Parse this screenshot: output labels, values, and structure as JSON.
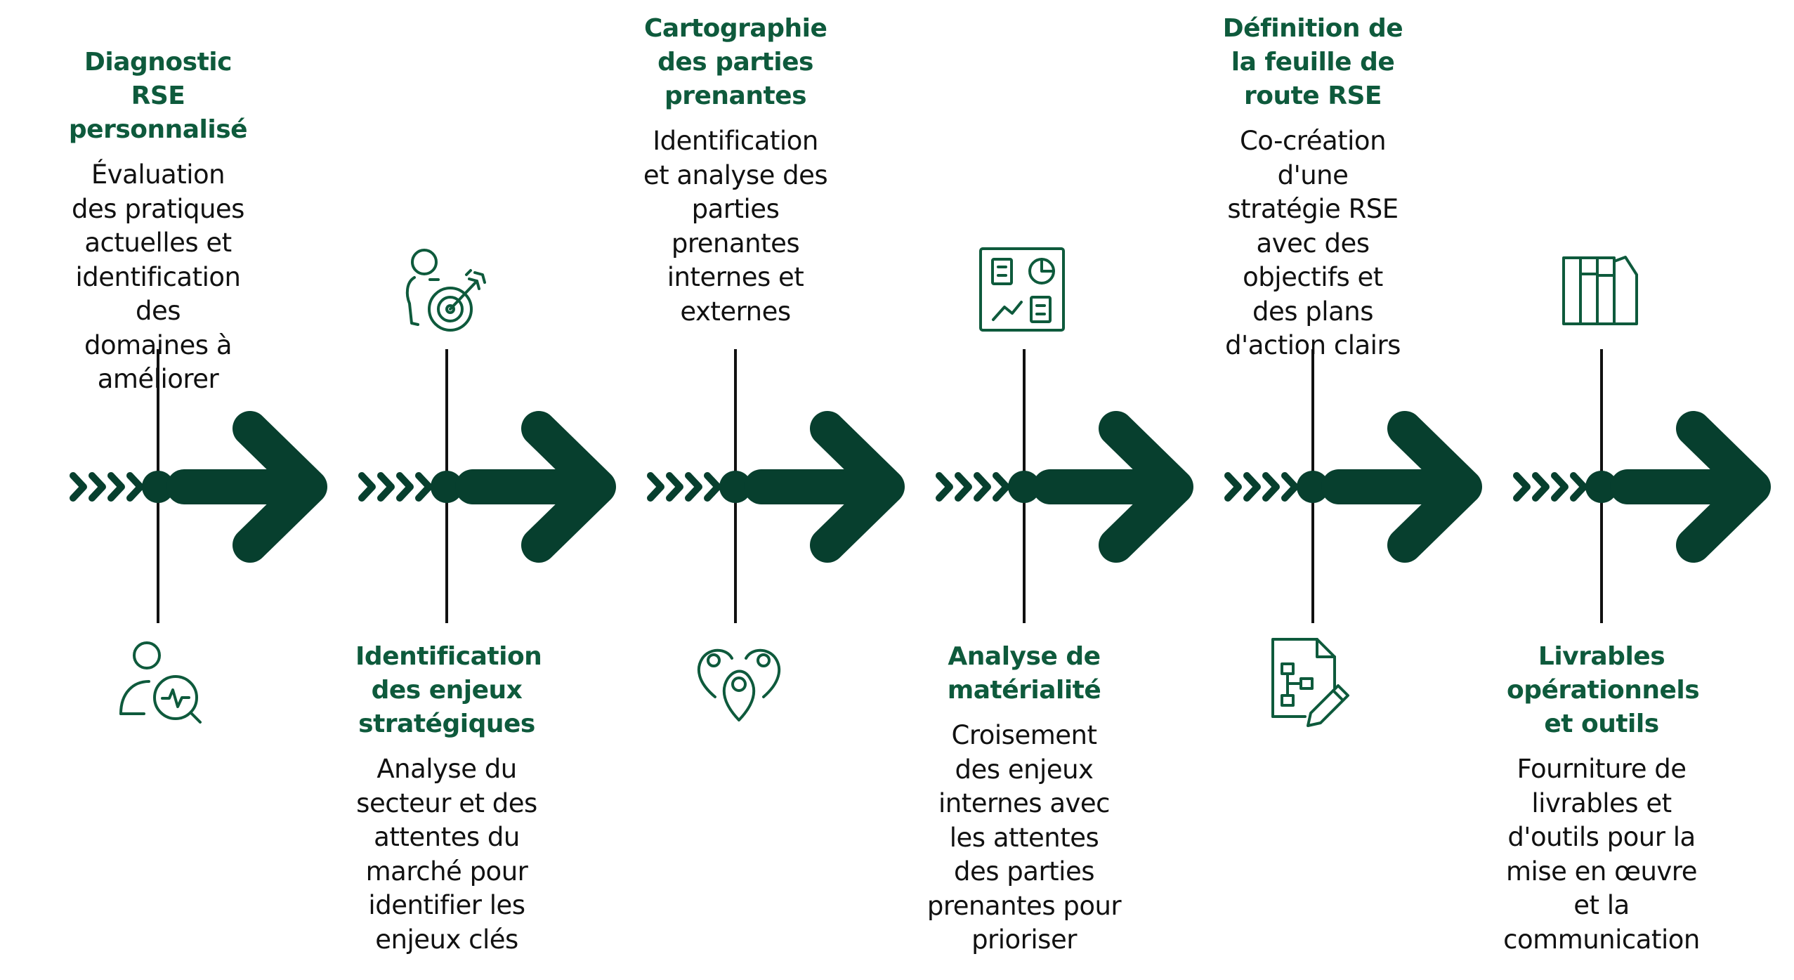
{
  "colors": {
    "accent": "#0e5a3c",
    "arrow": "#073f2e",
    "line": "#111111",
    "text": "#111111"
  },
  "steps": [
    {
      "title": "Diagnostic RSE personnalisé",
      "description": "Évaluation des pratiques actuelles et identification des domaines à améliorer",
      "icon": "person-magnifier-icon",
      "text_position": "top"
    },
    {
      "title": "Identification des enjeux stratégiques",
      "description": "Analyse du secteur et des attentes du marché pour identifier les enjeux clés",
      "icon": "person-target-icon",
      "text_position": "bottom"
    },
    {
      "title": "Cartographie des parties prenantes",
      "description": "Identification et analyse des parties prenantes internes et externes",
      "icon": "map-pins-icon",
      "text_position": "top"
    },
    {
      "title": "Analyse de matérialité",
      "description": "Croisement des enjeux internes avec les attentes des parties prenantes pour prioriser",
      "icon": "dashboard-icon",
      "text_position": "bottom"
    },
    {
      "title": "Définition de la feuille de route RSE",
      "description": "Co-création d'une stratégie RSE avec des objectifs et des plans d'action clairs",
      "icon": "document-edit-icon",
      "text_position": "top"
    },
    {
      "title": "Livrables opérationnels et outils",
      "description": "Fourniture de livrables et d'outils pour la mise en œuvre et la communication",
      "icon": "books-icon",
      "text_position": "bottom"
    }
  ]
}
